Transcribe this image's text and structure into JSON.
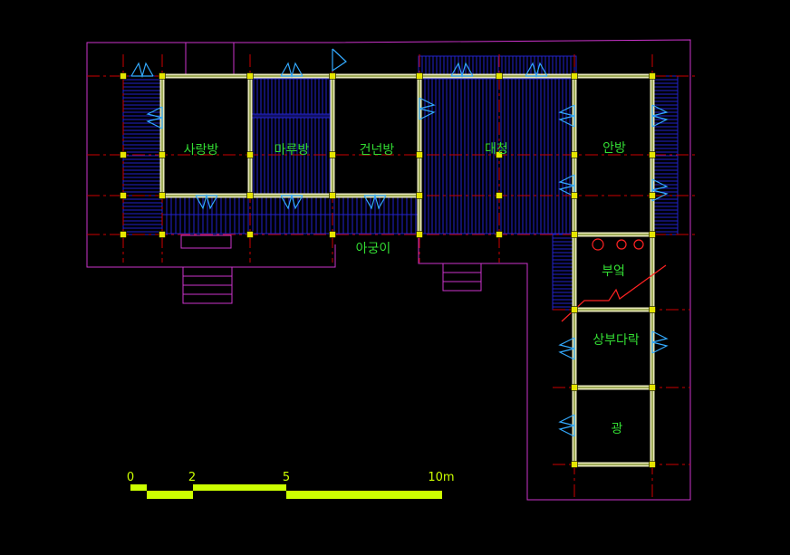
{
  "plan": {
    "rooms": [
      {
        "id": "sarangbang",
        "label": "사랑방"
      },
      {
        "id": "marubang",
        "label": "마루방"
      },
      {
        "id": "geonneonbang",
        "label": "건넌방"
      },
      {
        "id": "daecheong",
        "label": "대청"
      },
      {
        "id": "anbang",
        "label": "안방"
      },
      {
        "id": "agungi",
        "label": "아궁이"
      },
      {
        "id": "bueok",
        "label": "부엌"
      },
      {
        "id": "sangbudarak",
        "label": "상부다락"
      },
      {
        "id": "gwang",
        "label": "광"
      }
    ],
    "scale_bar": {
      "ticks": [
        "0",
        "2",
        "5",
        "10m"
      ]
    },
    "colors": {
      "background": "#000000",
      "outline": "#cc33cc",
      "flooring": "#2222cc",
      "walls": "#e6e6b8",
      "wall_core": "#8a9a3a",
      "gridline": "#cc0000",
      "columns": "#e6e600",
      "doors": "#33aaff",
      "labels": "#33dd33",
      "scale": "#ccff00",
      "hearth": "#ff2222"
    }
  }
}
